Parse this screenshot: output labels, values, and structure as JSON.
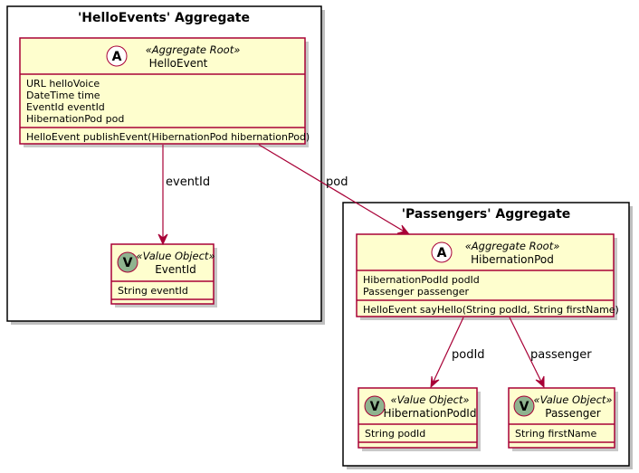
{
  "packages": {
    "hello_events": {
      "title": "'HelloEvents' Aggregate"
    },
    "passengers": {
      "title": "'Passengers' Aggregate"
    }
  },
  "classes": {
    "hello_event": {
      "spot": "A",
      "stereotype": "«Aggregate Root»",
      "name": "HelloEvent",
      "fields": [
        "URL helloVoice",
        "DateTime time",
        "EventId eventId",
        "HibernationPod pod"
      ],
      "methods": [
        "HelloEvent publishEvent(HibernationPod hibernationPod)"
      ]
    },
    "event_id": {
      "spot": "V",
      "stereotype": "«Value Object»",
      "name": "EventId",
      "fields": [
        "String eventId"
      ],
      "methods": []
    },
    "hibernation_pod": {
      "spot": "A",
      "stereotype": "«Aggregate Root»",
      "name": "HibernationPod",
      "fields": [
        "HibernationPodId podId",
        "Passenger passenger"
      ],
      "methods": [
        "HelloEvent sayHello(String podId, String firstName)"
      ]
    },
    "hibernation_pod_id": {
      "spot": "V",
      "stereotype": "«Value Object»",
      "name": "HibernationPodId",
      "fields": [
        "String podId"
      ],
      "methods": []
    },
    "passenger": {
      "spot": "V",
      "stereotype": "«Value Object»",
      "name": "Passenger",
      "fields": [
        "String firstName"
      ],
      "methods": []
    }
  },
  "relations": {
    "event_id_rel": {
      "label": "eventId"
    },
    "pod_rel": {
      "label": "pod"
    },
    "pod_id_rel": {
      "label": "podId"
    },
    "passenger_rel": {
      "label": "passenger"
    }
  },
  "colors": {
    "class_fill": "#FEFECE",
    "class_border": "#A80036",
    "arrow": "#A80036",
    "value_object_spot": "#8FB38F",
    "aggregate_root_spot": "#FFFFFF"
  }
}
